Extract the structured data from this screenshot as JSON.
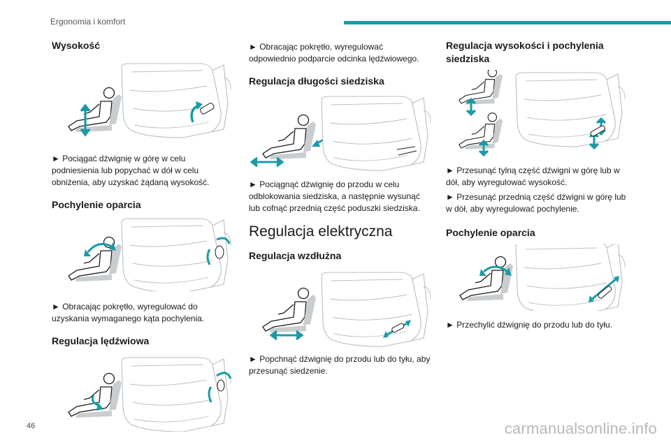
{
  "header": {
    "section": "Ergonomia i komfort"
  },
  "footer": {
    "page_number": "46",
    "watermark": "carmanualsonline.info"
  },
  "colors": {
    "accent": "#1b9aa6",
    "line": "#b9bdc0",
    "person": "#1a1a1a",
    "support": "#c9cdd0"
  },
  "col1": {
    "h_height": "Wysokość",
    "p_height": "► Pociągać dźwignię w górę w celu podniesienia lub popychać w dół w celu obniżenia, aby uzyskać żądaną wysokość.",
    "h_backrest": "Pochylenie oparcia",
    "p_backrest": "► Obracając pokrętło, wyregulować do uzyskania wymaganego kąta pochylenia.",
    "h_lumbar": "Regulacja lędźwiowa"
  },
  "col2": {
    "p_lumbar": "► Obracając pokrętło, wyregulować odpowiednio podparcie odcinka lędźwiowego.",
    "h_length": "Regulacja długości siedziska",
    "p_length": "► Pociągnąć dźwignię do przodu w celu odblokowania siedziska, a następnie wysunąć lub cofnąć przednią część poduszki siedziska.",
    "h_electric": "Regulacja elektryczna",
    "h_longitudinal": "Regulacja wzdłużna",
    "p_longitudinal": "► Popchnąć dźwignię do przodu lub do tyłu, aby przesunąć siedzenie."
  },
  "col3": {
    "h_height_tilt": "Regulacja wysokości i pochylenia siedziska",
    "p_height_tilt_1": "► Przesunąć tylną część dźwigni w górę lub w dół, aby wyregulować wysokość.",
    "p_height_tilt_2": "► Przesunąć przednią część dźwigni w górę lub w dół, aby wyregulować pochylenie.",
    "h_backrest": "Pochylenie oparcia",
    "p_backrest": "► Przechylić dźwignię do przodu lub do tyłu."
  },
  "icons": {
    "bullet": "black-right-pointer",
    "seat_figure": "seated-person-icon",
    "seat_drawing": "seat-line-drawing",
    "arrows": "teal-adjustment-arrows"
  }
}
